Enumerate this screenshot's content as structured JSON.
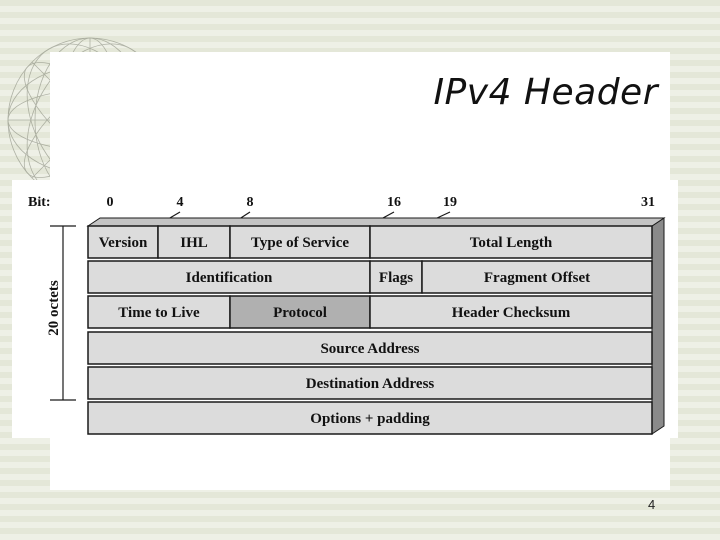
{
  "slide": {
    "title": "IPv4 Header",
    "page_number": "4"
  },
  "diagram": {
    "bit_axis": {
      "label": "Bit:",
      "ticks": [
        "0",
        "4",
        "8",
        "16",
        "19",
        "31"
      ]
    },
    "side_label": "20 octets",
    "rows": [
      [
        {
          "label": "Version",
          "shaded": false
        },
        {
          "label": "IHL",
          "shaded": false
        },
        {
          "label": "Type of Service",
          "shaded": false
        },
        {
          "label": "Total Length",
          "shaded": false
        }
      ],
      [
        {
          "label": "Identification",
          "shaded": false
        },
        {
          "label": "Flags",
          "shaded": false
        },
        {
          "label": "Fragment Offset",
          "shaded": false
        }
      ],
      [
        {
          "label": "Time to Live",
          "shaded": false
        },
        {
          "label": "Protocol",
          "shaded": true
        },
        {
          "label": "Header Checksum",
          "shaded": false
        }
      ],
      [
        {
          "label": "Source Address",
          "shaded": false
        }
      ],
      [
        {
          "label": "Destination Address",
          "shaded": false
        }
      ],
      [
        {
          "label": "Options + padding",
          "shaded": false
        }
      ]
    ],
    "colors": {
      "cell_fill": "#dcdcdc",
      "shaded_fill": "#b0b0b0",
      "depth_fill": "#8a8a8a",
      "border": "#1a1a1a"
    }
  }
}
